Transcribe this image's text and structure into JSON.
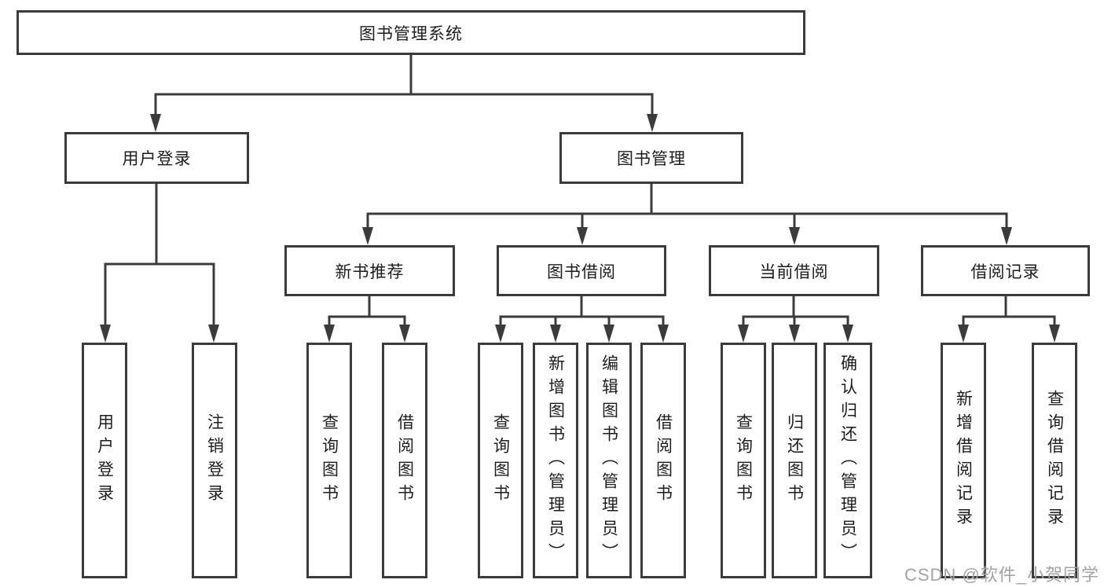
{
  "tree": {
    "label": "图书管理系统",
    "children": [
      {
        "label": "用户登录",
        "children": [
          {
            "label": "用户登录"
          },
          {
            "label": "注销登录"
          }
        ]
      },
      {
        "label": "图书管理",
        "children": [
          {
            "label": "新书推荐",
            "children": [
              {
                "label": "查询图书"
              },
              {
                "label": "借阅图书"
              }
            ]
          },
          {
            "label": "图书借阅",
            "children": [
              {
                "label": "查询图书"
              },
              {
                "label": "新增图书（管理员）"
              },
              {
                "label": "编辑图书（管理员）"
              },
              {
                "label": "借阅图书"
              }
            ]
          },
          {
            "label": "当前借阅",
            "children": [
              {
                "label": "查询图书"
              },
              {
                "label": "归还图书"
              },
              {
                "label": "确认归还（管理员）"
              }
            ]
          },
          {
            "label": "借阅记录",
            "children": [
              {
                "label": "新增借阅记录"
              },
              {
                "label": "查询借阅记录"
              }
            ]
          }
        ]
      }
    ]
  },
  "watermark": {
    "text": "CSDN @软件_小贺同学"
  },
  "colors": {
    "line": "#3b3b3d",
    "text": "#1d1d1f",
    "watermark": "#a3a3a3",
    "background": "#ffffff"
  }
}
